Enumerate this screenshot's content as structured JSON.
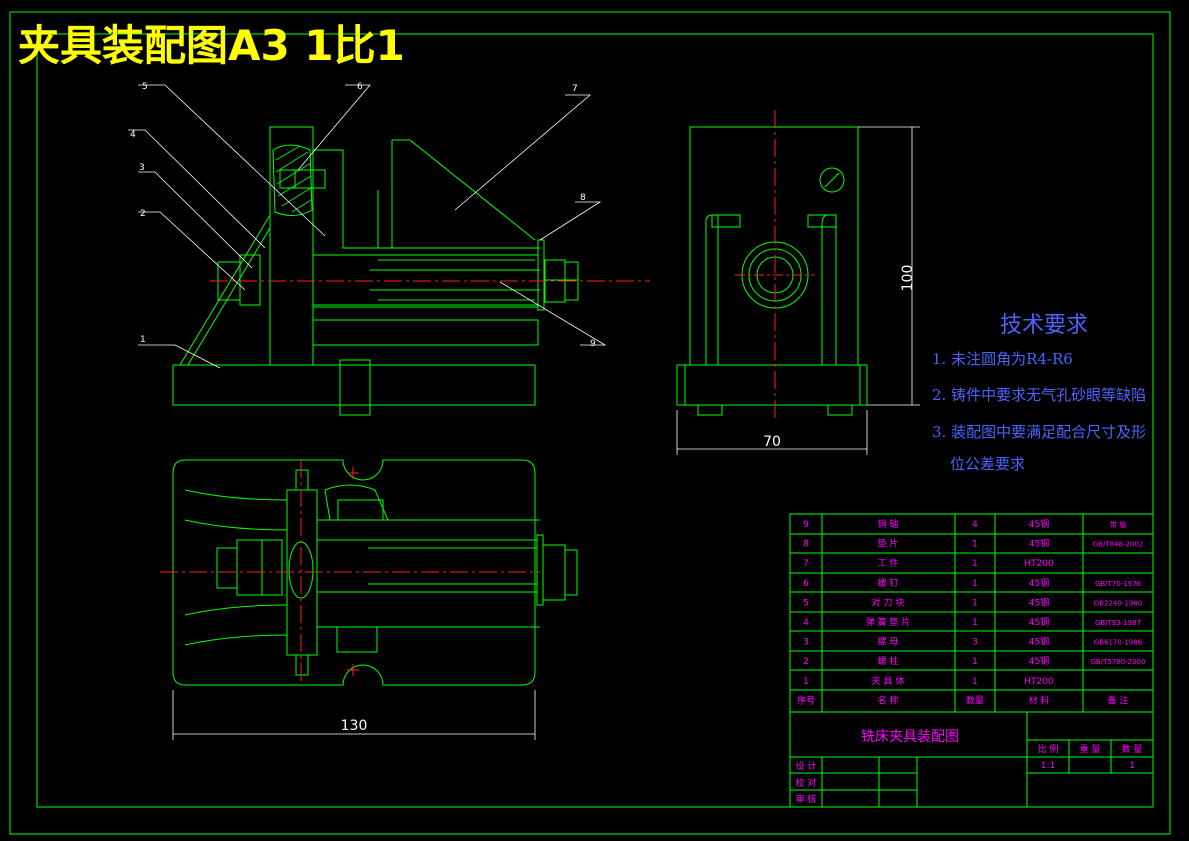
{
  "header": {
    "title": "夹具装配图A3  1比1"
  },
  "colors": {
    "background": "#000000",
    "outline": "#00ff00",
    "centerline": "#ff2020",
    "leader": "#ffffff",
    "dimension": "#ffffff",
    "note": "#4a63ff",
    "table_text": "#ff00ff",
    "title": "#ffff00"
  },
  "views": {
    "front": {
      "balloons": [
        "1",
        "2",
        "3",
        "4",
        "5",
        "6",
        "7",
        "8",
        "9"
      ]
    },
    "side": {
      "dim_width": "70",
      "dim_height": "100"
    },
    "top": {
      "dim_length": "130"
    }
  },
  "tech_requirements": {
    "heading": "技术要求",
    "items": [
      "1. 未注圆角为R4-R6",
      "2. 铸件中要求无气孔砂眼等缺陷",
      "3. 装配图中要满足配合尺寸及形",
      "位公差要求"
    ]
  },
  "parts_table": {
    "rows": [
      {
        "no": "9",
        "name": "销  轴",
        "qty": "4",
        "material": "45钢",
        "note": "带 轴"
      },
      {
        "no": "8",
        "name": "垫  片",
        "qty": "1",
        "material": "45钢",
        "note": "GB/T848-2002"
      },
      {
        "no": "7",
        "name": "工  件",
        "qty": "1",
        "material": "HT200",
        "note": ""
      },
      {
        "no": "6",
        "name": "螺  钉",
        "qty": "1",
        "material": "45钢",
        "note": "GB/T70-1976"
      },
      {
        "no": "5",
        "name": "对 刀 块",
        "qty": "1",
        "material": "45钢",
        "note": "GB2240-1980"
      },
      {
        "no": "4",
        "name": "弹 簧 垫 片",
        "qty": "1",
        "material": "45钢",
        "note": "GB/T93-1987"
      },
      {
        "no": "3",
        "name": "螺  母",
        "qty": "3",
        "material": "45钢",
        "note": "GB6170-1986"
      },
      {
        "no": "2",
        "name": "螺  柱",
        "qty": "1",
        "material": "45钢",
        "note": "GB/T5780-2000"
      },
      {
        "no": "1",
        "name": "夹 具 体",
        "qty": "1",
        "material": "HT200",
        "note": ""
      }
    ],
    "header": {
      "no": "序号",
      "name": "名  称",
      "qty": "数量",
      "material": "材  料",
      "note": "备  注"
    }
  },
  "title_block": {
    "drawing_name": "铣床夹具装配图",
    "scale_label": "比 例",
    "weight_label": "重 量",
    "qty_label": "数 量",
    "scale_value": "1:1",
    "qty_value": "1",
    "design_label": "设 计",
    "check_label": "校 对",
    "review_label": "审 核"
  }
}
